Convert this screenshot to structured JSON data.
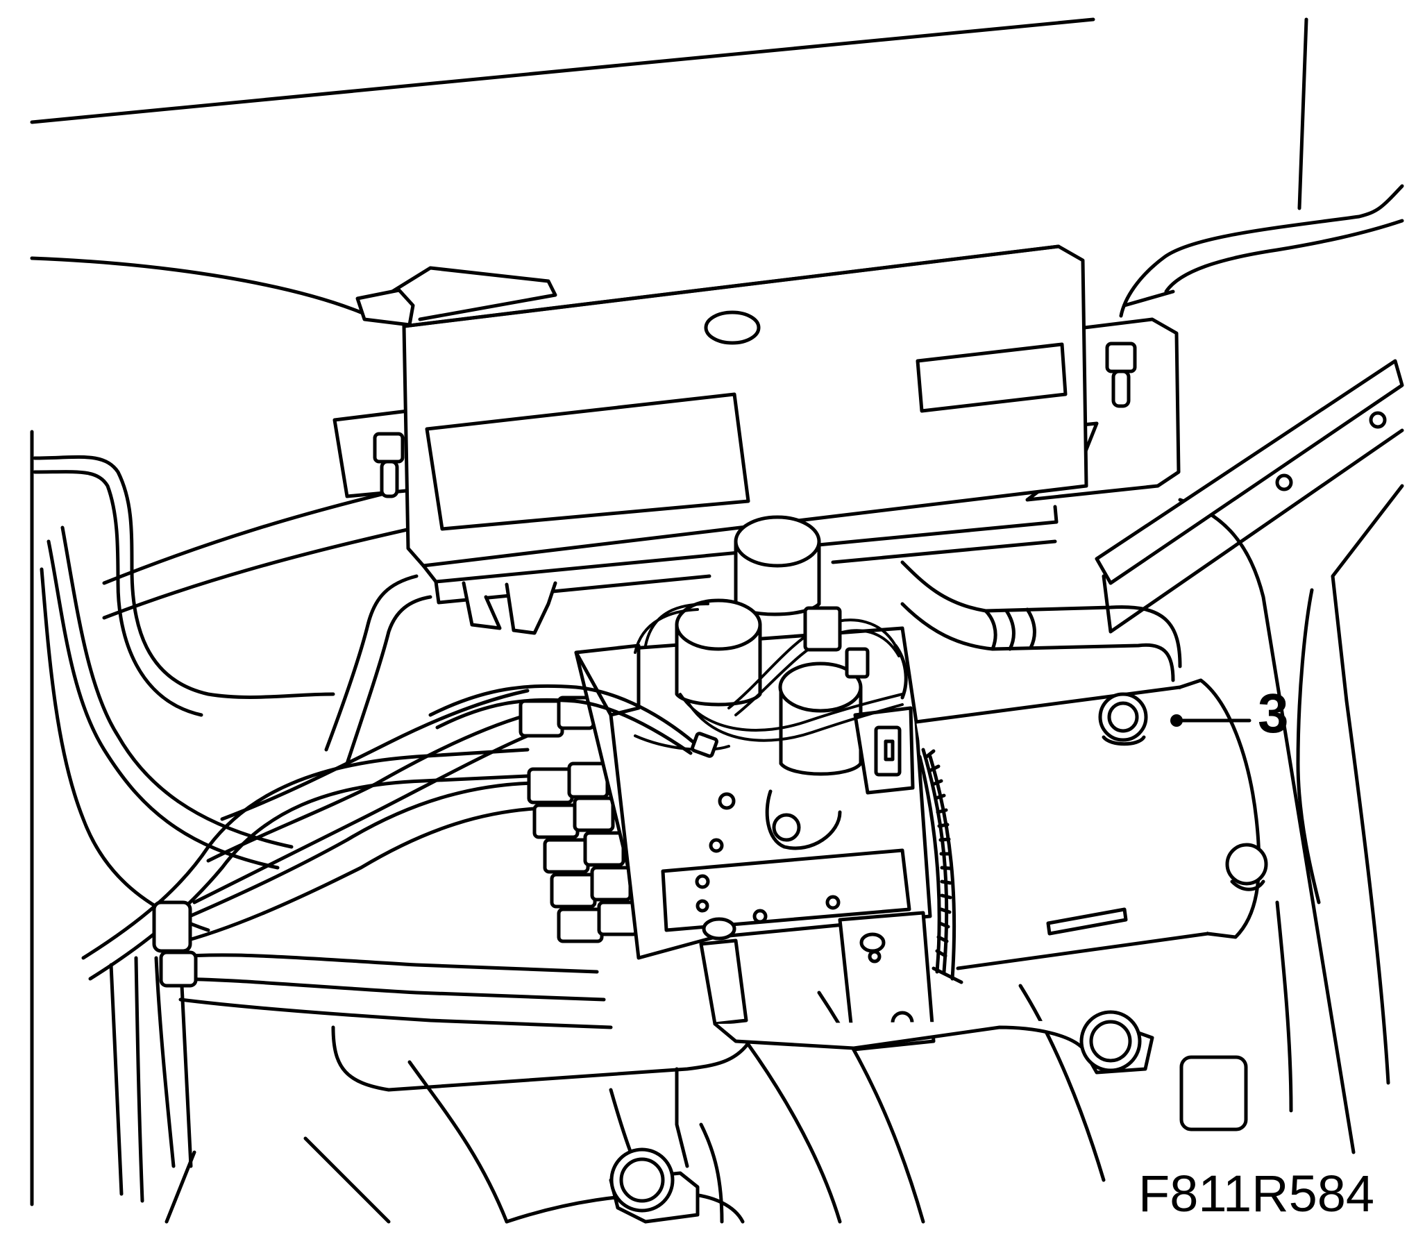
{
  "figure": {
    "id": "F811R584",
    "callouts": [
      {
        "number": "3",
        "target": "abs-hydraulic-unit-mounting-bolt"
      }
    ]
  },
  "colors": {
    "line": "#000000",
    "background": "#ffffff"
  }
}
